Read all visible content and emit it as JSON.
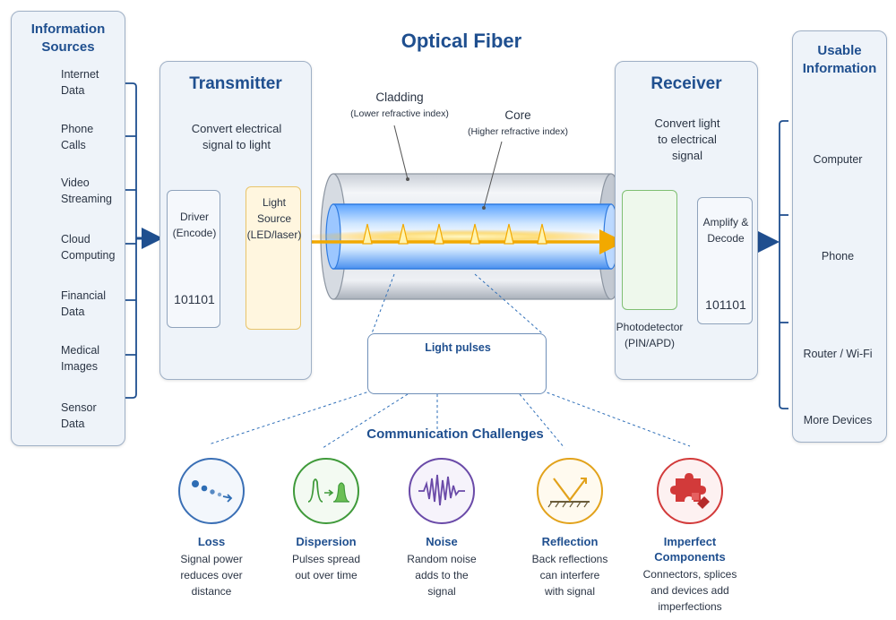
{
  "title": "Optical Fiber",
  "sources": {
    "title_line1": "Information",
    "title_line2": "Sources",
    "items": [
      {
        "line1": "Internet",
        "line2": "Data",
        "icon": "globe-icon"
      },
      {
        "line1": "Phone",
        "line2": "Calls",
        "icon": "phone-icon"
      },
      {
        "line1": "Video",
        "line2": "Streaming",
        "icon": "video-icon"
      },
      {
        "line1": "Cloud",
        "line2": "Computing",
        "icon": "cloud-icon"
      },
      {
        "line1": "Financial",
        "line2": "Data",
        "icon": "chart-icon"
      },
      {
        "line1": "Medical",
        "line2": "Images",
        "icon": "xray-icon"
      },
      {
        "line1": "Sensor",
        "line2": "Data",
        "icon": "sensor-icon"
      }
    ]
  },
  "transmitter": {
    "title": "Transmitter",
    "desc_line1": "Convert electrical",
    "desc_line2": "signal to light",
    "driver_line1": "Driver",
    "driver_line2": "(Encode)",
    "driver_bits": "101101",
    "source_line1": "Light",
    "source_line2": "Source",
    "source_line3": "(LED/laser)"
  },
  "fiber": {
    "cladding_label": "Cladding",
    "cladding_note": "(Lower refractive index)",
    "core_label": "Core",
    "core_note": "(Higher refractive index)",
    "pulses_label": "Light pulses"
  },
  "receiver": {
    "title": "Receiver",
    "desc_line1": "Convert light",
    "desc_line2": "to electrical",
    "desc_line3": "signal",
    "detector_line1": "Photodetector",
    "detector_line2": "(PIN/APD)",
    "amp_line1": "Amplify &",
    "amp_line2": "Decode",
    "amp_bits": "101101"
  },
  "outputs": {
    "title_line1": "Usable",
    "title_line2": "Information",
    "items": [
      {
        "label": "Computer",
        "icon": "laptop-icon"
      },
      {
        "label": "Phone",
        "icon": "smartphone-icon"
      },
      {
        "label": "Router / Wi-Fi",
        "icon": "router-icon"
      },
      {
        "label": "More Devices",
        "icon": "ellipsis-icon"
      }
    ]
  },
  "challenges": {
    "title": "Communication Challenges",
    "items": [
      {
        "name": "Loss",
        "desc": [
          "Signal power",
          "reduces over",
          "distance"
        ],
        "color": "#3a6fb5",
        "icon": "loss-icon"
      },
      {
        "name": "Dispersion",
        "desc": [
          "Pulses spread",
          "out over time"
        ],
        "color": "#3f9a3a",
        "icon": "dispersion-icon"
      },
      {
        "name": "Noise",
        "desc": [
          "Random noise",
          "adds to the",
          "signal"
        ],
        "color": "#6a4aa8",
        "icon": "noise-icon"
      },
      {
        "name": "Reflection",
        "desc": [
          "Back reflections",
          "can interfere",
          "with signal"
        ],
        "color": "#e2a21b",
        "icon": "reflection-icon"
      },
      {
        "name": "Imperfect",
        "name2": "Components",
        "desc": [
          "Connectors, splices",
          "and devices add",
          "imperfections"
        ],
        "color": "#d23a3a",
        "icon": "puzzle-icon"
      }
    ]
  },
  "colors": {
    "accent": "#1f4f8f",
    "pulse": "#f2a900",
    "fiber_core": "#cfe3ff"
  }
}
